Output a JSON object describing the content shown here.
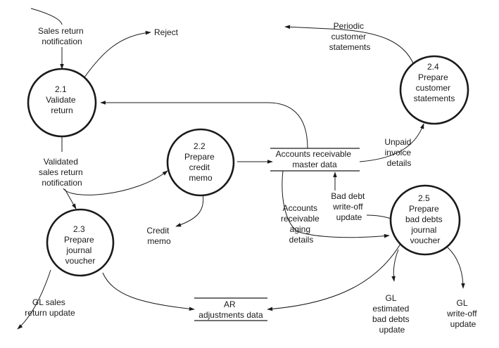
{
  "processes": [
    {
      "id": "p21",
      "lines": [
        "2.1",
        "Validate",
        "return"
      ]
    },
    {
      "id": "p22",
      "lines": [
        "2.2",
        "Prepare",
        "credit",
        "memo"
      ]
    },
    {
      "id": "p23",
      "lines": [
        "2.3",
        "Prepare",
        "journal",
        "voucher"
      ]
    },
    {
      "id": "p24",
      "lines": [
        "2.4",
        "Prepare",
        "customer",
        "statements"
      ]
    },
    {
      "id": "p25",
      "lines": [
        "2.5",
        "Prepare",
        "bad debts",
        "journal",
        "voucher"
      ]
    }
  ],
  "stores": [
    {
      "id": "ar_master",
      "lines": [
        "Accounts receivable",
        "master data"
      ]
    },
    {
      "id": "ar_adjust",
      "lines": [
        "AR",
        "adjustments data"
      ]
    }
  ],
  "flows": [
    {
      "id": "sales_return_notification",
      "lines": [
        "Sales return",
        "notification"
      ]
    },
    {
      "id": "reject",
      "lines": [
        "Reject"
      ]
    },
    {
      "id": "periodic_statements",
      "lines": [
        "Periodic",
        "customer",
        "statements"
      ]
    },
    {
      "id": "validated_notification",
      "lines": [
        "Validated",
        "sales return",
        "notification"
      ]
    },
    {
      "id": "unpaid_invoice",
      "lines": [
        "Unpaid",
        "invoice",
        "details"
      ]
    },
    {
      "id": "bad_debt_writeoff",
      "lines": [
        "Bad debt",
        "write-off",
        "update"
      ]
    },
    {
      "id": "aging_details",
      "lines": [
        "Accounts",
        "receivable",
        "aging",
        "details"
      ]
    },
    {
      "id": "credit_memo",
      "lines": [
        "Credit",
        "memo"
      ]
    },
    {
      "id": "gl_sales_return",
      "lines": [
        "GL sales",
        "return update"
      ]
    },
    {
      "id": "gl_estimated",
      "lines": [
        "GL",
        "estimated",
        "bad debts",
        "update"
      ]
    },
    {
      "id": "gl_writeoff",
      "lines": [
        "GL",
        "write-off",
        "update"
      ]
    }
  ]
}
